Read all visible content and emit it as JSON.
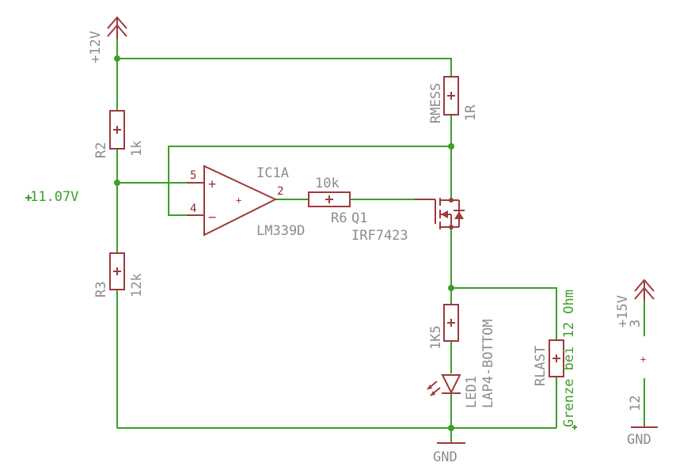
{
  "supplies": {
    "vcc12": "+12V",
    "vcc15": "+15V",
    "vcc15_pin_top": "3",
    "vcc15_pin_bottom": "12",
    "gnd_main": "GND",
    "gnd_right": "GND"
  },
  "resistors": {
    "r2": {
      "name": "R2",
      "value": "1k"
    },
    "r3": {
      "name": "R3",
      "value": "12k"
    },
    "r6": {
      "name": "R6",
      "value": "10k"
    },
    "rmess": {
      "name": "RMESS",
      "value": "1R"
    },
    "led_resistor": {
      "value": "1K5"
    },
    "rlast": {
      "name": "RLAST"
    }
  },
  "opamp": {
    "name": "IC1A",
    "part": "LM339D",
    "pin_plus": "5",
    "pin_minus": "4",
    "pin_out": "2",
    "sign_plus": "+",
    "sign_minus": "−"
  },
  "mosfet": {
    "name": "Q1",
    "part": "IRF7423"
  },
  "led": {
    "name": "LED1",
    "package": "LAP4-BOTTOM"
  },
  "annotations": {
    "voltage": "11.07V",
    "rlast_note": "Grenze bei 12 Ohm"
  },
  "colors": {
    "wire": "#3e9e2a",
    "part": "#9e3a3a",
    "label": "#8c8c8c"
  }
}
